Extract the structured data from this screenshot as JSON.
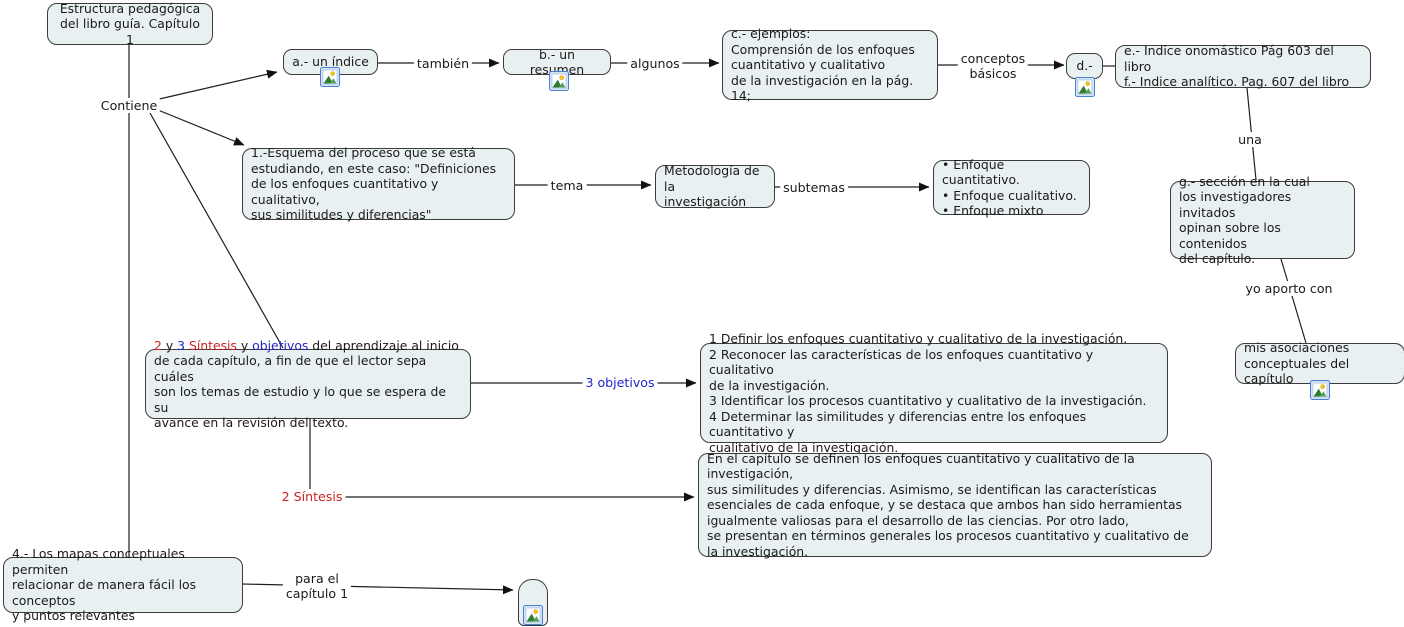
{
  "nodes": {
    "root": "Estructura pedagógica\ndel libro guía. Capítulo 1",
    "indice": "a.- un índice",
    "resumen": "b.- un resumen",
    "ejemplos": "c.- ejemplos:\nComprensión de los enfoques\ncuantitativo y cualitativo\nde la investigación en la pág. 14;",
    "d": "d.-",
    "indices_ef": "e.- Indice onomástico Pág 603 del libro\nf.- Indice analítico. Pag. 607 del libro",
    "seccion_g": "g.- sección en la cual\nlos investigadores invitados\nopinan sobre los contenidos\ndel capítulo.",
    "asociaciones": "mis asociaciones\nconceptuales del capítulo",
    "esquema": "1.-Esquema del proceso que se está\nestudiando, en este caso: \"Definiciones\nde los enfoques cuantitativo y cualitativo,\nsus similitudes y diferencias\"",
    "metodologia": "Metodología de la\ninvestigación",
    "enfoques": "• Enfoque cuantitativo.\n• Enfoque cualitativo.\n• Enfoque mixto",
    "objetivos_lista": "1 Definir los enfoques cuantitativo y cualitativo de la investigación.\n2 Reconocer las características de los enfoques cuantitativo y cualitativo\nde la investigación.\n3 Identificar los procesos cuantitativo y cualitativo de la investigación.\n4 Determinar las similitudes y diferencias entre los enfoques cuantitativo y\ncualitativo de la investigación.",
    "sintesis_parrafo": "En el capítulo se definen los enfoques cuantitativo y cualitativo de la investigación,\nsus similitudes y diferencias. Asimismo, se identifican las características\nesenciales de cada enfoque, y se destaca que ambos han sido herramientas\nigualmente valiosas para el desarrollo de las ciencias. Por otro lado,\nse presentan en términos generales los procesos cuantitativo y cualitativo de\nla investigación.",
    "mapas": "4.- Los mapas conceptuales permiten\nrelacionar de manera fácil los conceptos\ny puntos relevantes"
  },
  "rich_sintesis_objetivos": {
    "segments": [
      {
        "text": "2",
        "color": "#cc2222"
      },
      {
        "text": " y ",
        "color": "#1a1a1a"
      },
      {
        "text": "3",
        "color": "#2424cc"
      },
      {
        "text": "  ",
        "color": "#1a1a1a"
      },
      {
        "text": "Síntesis",
        "color": "#cc2222"
      },
      {
        "text": " y ",
        "color": "#1a1a1a"
      },
      {
        "text": "objetivos",
        "color": "#2424cc"
      },
      {
        "text": " del aprendizaje al inicio\nde cada capítulo, a fin de que el lector sepa cuáles\nson los temas de estudio y lo que se espera de su\navance en la revisión del texto.",
        "color": "#1a1a1a"
      }
    ]
  },
  "labels": {
    "contiene": "Contiene",
    "tambien": "también",
    "algunos": "algunos",
    "conceptos_basicos": "conceptos\nbásicos",
    "una": "una",
    "yo_aporto": "yo aporto con",
    "tema": "tema",
    "subtemas": "subtemas",
    "tres_objetivos": "3 objetivos",
    "dos_sintesis": "2 Síntesis",
    "para_el_capitulo": "para el\ncapítulo 1"
  },
  "colors": {
    "node_fill": "#e9f0f1",
    "node_border": "#3c3c3c",
    "line": "#1f1f1f",
    "text": "#1a1a1a",
    "red_accent": "#cc2222",
    "blue_accent": "#2424cc",
    "icon_border": "#4a7ed0"
  },
  "icons": {
    "resource": "image-resource-icon"
  }
}
